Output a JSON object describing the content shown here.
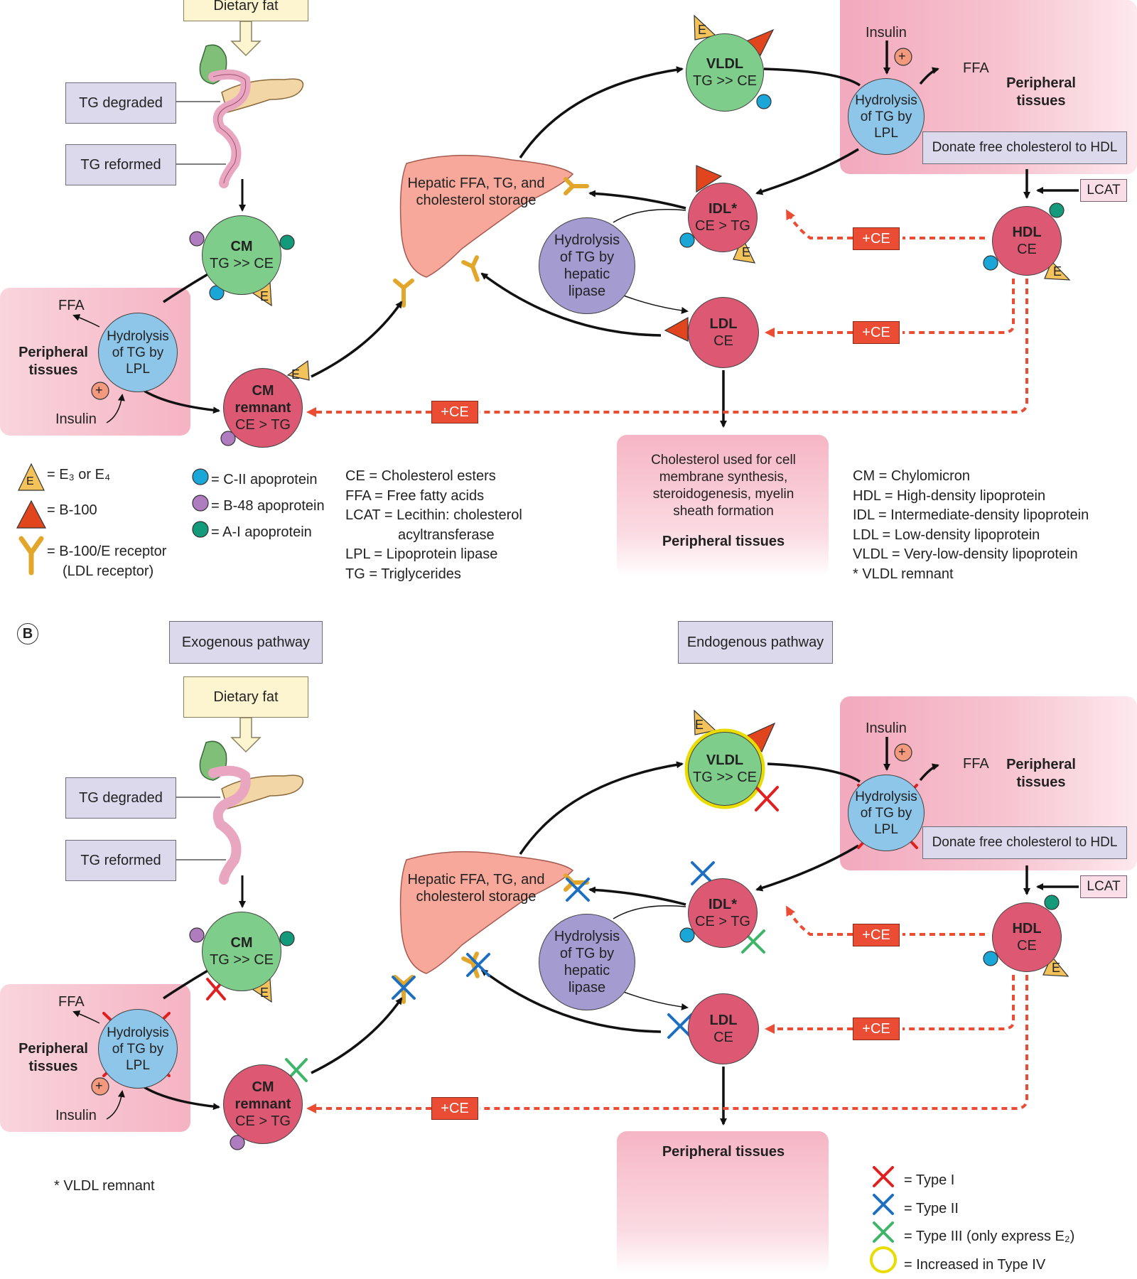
{
  "panel_a": {
    "dietary_fat": "Dietary fat",
    "tg_degraded": "TG degraded",
    "tg_reformed": "TG reformed",
    "cm": {
      "name": "CM",
      "ratio": "TG >> CE"
    },
    "cm_remnant": {
      "name1": "CM",
      "name2": "remnant",
      "ratio": "CE > TG"
    },
    "vldl": {
      "name": "VLDL",
      "ratio": "TG >> CE"
    },
    "idl": {
      "name": "IDL*",
      "ratio": "CE > TG"
    },
    "ldl": {
      "name": "LDL",
      "ratio": "CE"
    },
    "hdl": {
      "name": "HDL",
      "ratio": "CE"
    },
    "liver": "Hepatic FFA, TG, and cholesterol storage",
    "hepatic_lipase": "Hydrolysis of TG by hepatic lipase",
    "lpl_left": "Hydrolysis of TG by LPL",
    "lpl_right": "Hydrolysis of TG by LPL",
    "ffa": "FFA",
    "insulin": "Insulin",
    "plus": "+",
    "peripheral": "Peripheral tissues",
    "donate": "Donate free cholesterol to HDL",
    "lcat": "LCAT",
    "plus_ce": "+CE",
    "e": "E",
    "cholesterol_use": "Cholesterol used for cell membrane synthesis, steroidogenesis, myelin sheath formation"
  },
  "legend": {
    "e3e4": "= E₃ or E₄",
    "b100": "= B-100",
    "receptor1": "= B-100/E receptor",
    "receptor2": "(LDL receptor)",
    "c2": "= C-II apoprotein",
    "b48": "= B-48 apoprotein",
    "a1": "= A-I apoprotein",
    "abbr_mid": [
      "CE = Cholesterol esters",
      "FFA = Free fatty acids",
      "LCAT = Lecithin: cholesterol",
      "acyltransferase",
      "LPL = Lipoprotein lipase",
      "TG = Triglycerides"
    ],
    "abbr_right": [
      "CM = Chylomicron",
      "HDL = High-density lipoprotein",
      "IDL = Intermediate-density lipoprotein",
      "LDL = Low-density lipoprotein",
      "VLDL = Very-low-density lipoprotein",
      "* VLDL remnant"
    ]
  },
  "panel_b": {
    "label": "B",
    "exogenous": "Exogenous pathway",
    "endogenous": "Endogenous pathway",
    "vldl_remnant_note": "* VLDL remnant",
    "peripheral": "Peripheral tissues",
    "types": {
      "type1": "= Type I",
      "type2": "= Type II",
      "type3": "= Type III (only express E₂)",
      "type4": "= Increased in Type IV"
    }
  },
  "colors": {
    "type1": "#e02020",
    "type2": "#1e6fc0",
    "type3": "#3fb56a",
    "type4": "#e8dc00",
    "c2": "#1aa7d8",
    "b48": "#b07cc0",
    "a1": "#139a7a",
    "apoE": "#f3c25a",
    "b100": "#e0451e",
    "plus_ce": "#ea4d34"
  }
}
